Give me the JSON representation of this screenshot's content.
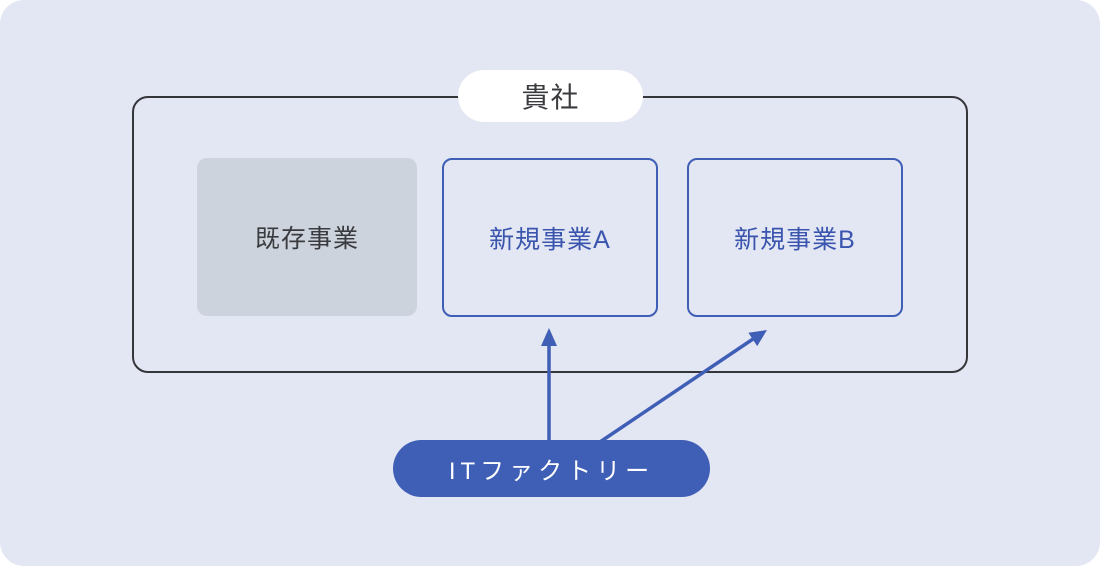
{
  "colors": {
    "page_bg": "#ffffff",
    "canvas_bg": "#e3e6f3",
    "outline_dark": "#35363a",
    "text_dark": "#3a3b3e",
    "gray_box_bg": "#cdd3dd",
    "accent_blue": "#3f5eb5",
    "blue_text": "#3a55ae",
    "pill_bg": "#ffffff",
    "text_white": "#ffffff"
  },
  "diagram": {
    "company_group": {
      "label": "貴社",
      "boxes": [
        {
          "label": "既存事業",
          "variant": "existing"
        },
        {
          "label": "新規事業A",
          "variant": "new-outline"
        },
        {
          "label": "新規事業B",
          "variant": "new-outline"
        }
      ]
    },
    "provider": {
      "label": "ITファクトリー"
    },
    "arrows": [
      {
        "from": "it-factory-pill",
        "to": "new-business-a-box"
      },
      {
        "from": "it-factory-pill",
        "to": "new-business-b-box"
      }
    ]
  }
}
